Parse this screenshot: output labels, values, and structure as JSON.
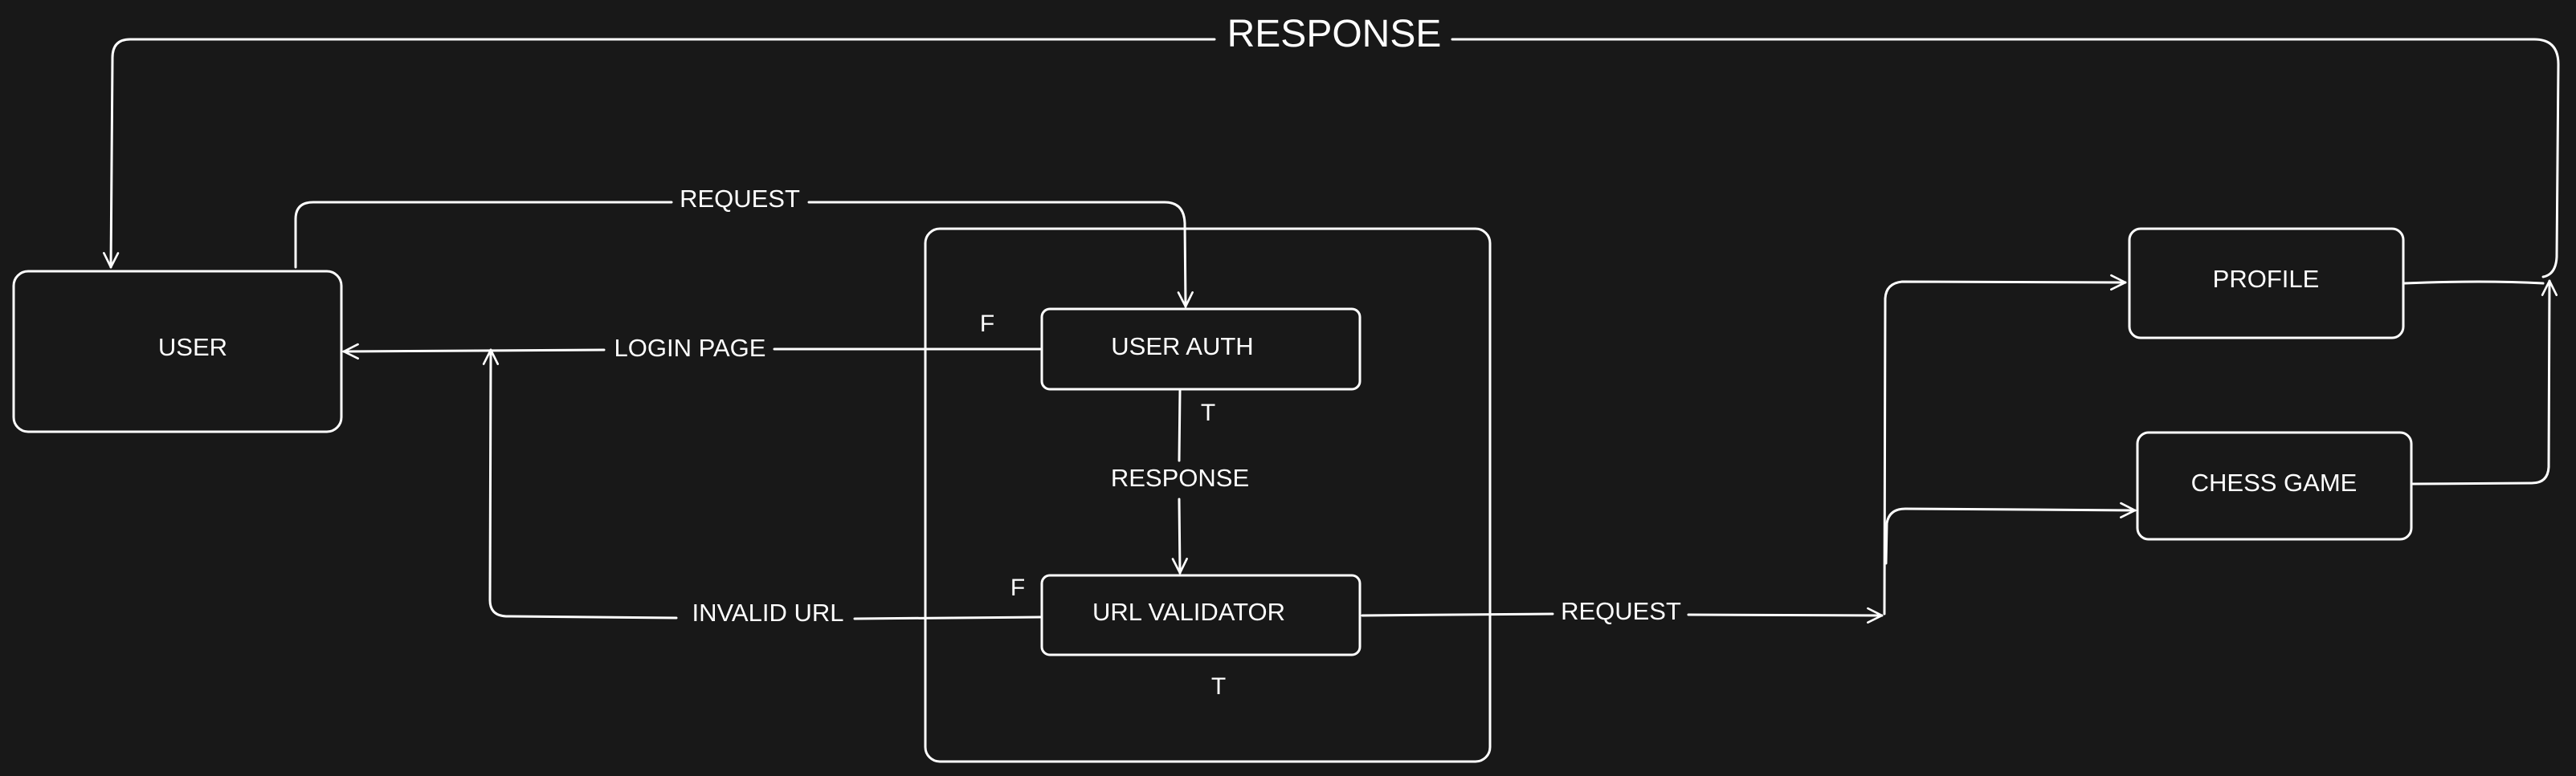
{
  "nodes": {
    "user": "USER",
    "user_auth": "USER AUTH",
    "url_validator": "URL VALIDATOR",
    "profile": "PROFILE",
    "chess_game": "CHESS GAME"
  },
  "edges": {
    "response_top": "RESPONSE",
    "request_top": "REQUEST",
    "login_page": "LOGIN PAGE",
    "response_mid": "RESPONSE",
    "invalid_url": "INVALID URL",
    "request_right": "REQUEST"
  },
  "branch_labels": {
    "auth_false": "F",
    "auth_true": "T",
    "validator_false": "F",
    "validator_true": "T"
  },
  "colors": {
    "background": "#181818",
    "stroke": "#ffffff",
    "accent": "#c8c82c"
  }
}
